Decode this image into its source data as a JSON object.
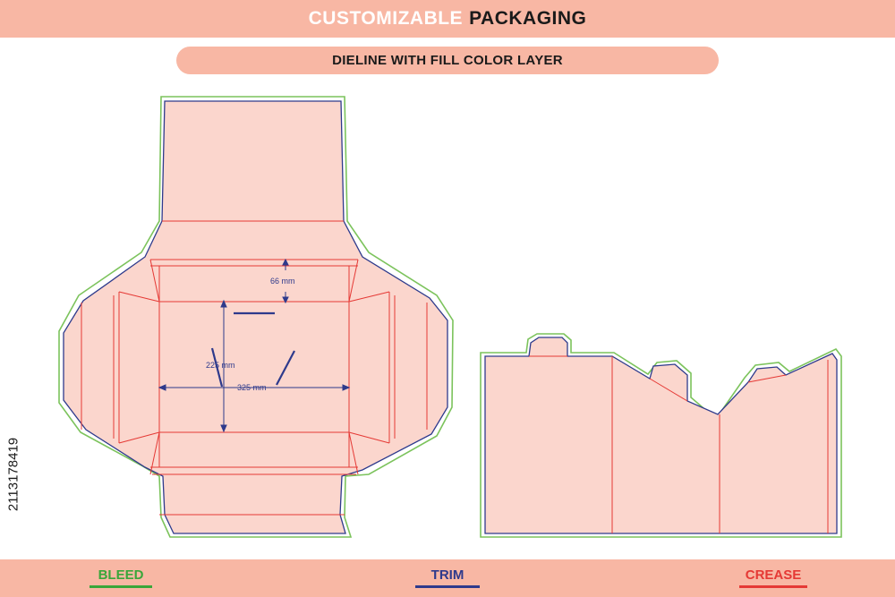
{
  "header": {
    "title_part1": "CUSTOMIZABLE",
    "title_part2": "PACKAGING",
    "subtitle": "DIELINE WITH FILL COLOR LAYER"
  },
  "dimensions": {
    "depth": "66 mm",
    "height": "225 mm",
    "width": "325 mm"
  },
  "legend": {
    "bleed": {
      "label": "BLEED",
      "color": "#3aa63a"
    },
    "trim": {
      "label": "TRIM",
      "color": "#2e3a8c"
    },
    "crease": {
      "label": "CREASE",
      "color": "#e53935"
    }
  },
  "watermark_id": "2113178419",
  "colors": {
    "banner": "#f8b7a4",
    "fill": "#fbd6cd",
    "bleed": "#7cc35c",
    "trim": "#2e3a8c",
    "crease": "#e53935"
  }
}
